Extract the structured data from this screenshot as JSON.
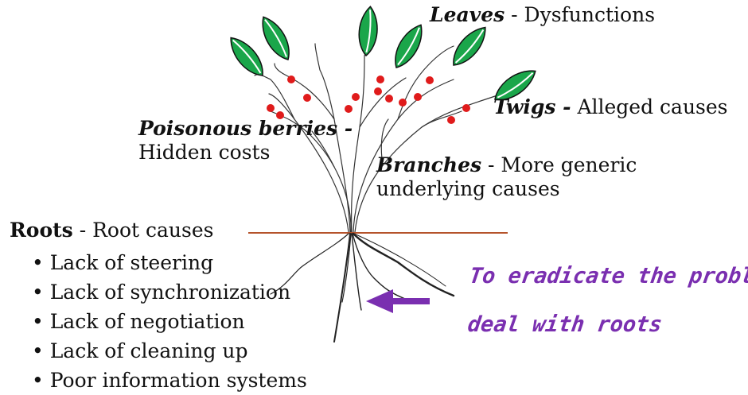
{
  "labels": {
    "leaves": {
      "term": "Leaves",
      "sep": " - ",
      "desc": "Dysfunctions"
    },
    "twigs": {
      "term": "Twigs -",
      "desc": " Alleged causes"
    },
    "berries": {
      "term": "Poisonous berries -",
      "desc": "Hidden costs"
    },
    "branches": {
      "term": "Branches",
      "sep": " - ",
      "desc_line1": "More generic",
      "desc_line2": "underlying causes"
    },
    "roots": {
      "term": "Roots",
      "sep": " - ",
      "desc": "Root causes"
    }
  },
  "root_causes": [
    "Lack of steering",
    "Lack of synchronization",
    "Lack of negotiation",
    "Lack of cleaning up",
    "Poor information systems"
  ],
  "callout": {
    "line1": "To eradicate the problems,",
    "line2": "deal with roots"
  },
  "colors": {
    "leaf_fill": "#1aa64a",
    "leaf_stroke": "#111111",
    "berry": "#e01b1b",
    "ground_line": "#b5532b",
    "arrow": "#7a2fb0",
    "callout_text": "#7a2fb0",
    "stem": "#333333"
  }
}
